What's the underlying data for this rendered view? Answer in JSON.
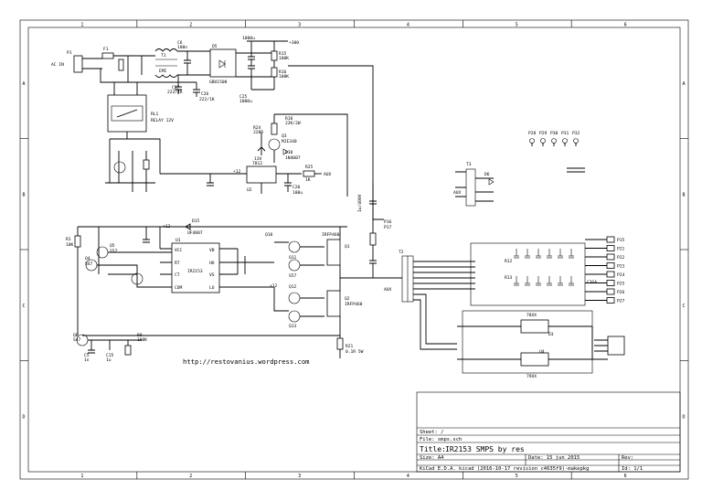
{
  "frame": {
    "col_labels": [
      "1",
      "2",
      "3",
      "4",
      "5",
      "6"
    ],
    "row_labels": [
      "A",
      "B",
      "C",
      "D"
    ]
  },
  "title_block": {
    "sheet": "Sheet: /",
    "file": "File: smps.sch",
    "title_prefix": "Title:",
    "title": "IR2153 SMPS by res",
    "size": "Size: A4",
    "date": "Date: 15 jun 2015",
    "rev_label": "Rev:",
    "software": "KiCad E.D.A.  kicad (2016-10-17 revision c4635f9)-makepkg",
    "id": "Id: 1/1"
  },
  "url_text": "http://restovanius.wordpress.com",
  "labels": {
    "ac_in": "AC IN",
    "p1": "P1",
    "f1": "F1",
    "t1": "T1",
    "emi": "EMI",
    "d5": "D5",
    "gbu": "GBU1508",
    "rl1": "RL1",
    "relay": "RELAY 12V",
    "c6": "C6",
    "c6v": "100n",
    "c17": "C17",
    "c17v": "222/1K",
    "c26": "C26",
    "c26v": "222/1K",
    "c25": "C25",
    "c25v": "1000u",
    "c9top": "1000u",
    "plus300": "+300",
    "r15": "R15",
    "r15v": "100K",
    "r16": "R16",
    "r16v": "100K",
    "r24": "R24",
    "r24v": "220R",
    "r18": "R18",
    "r18v": "22K/2W",
    "q3": "Q3",
    "q3v": "MJE340",
    "d10": "D10",
    "d10v": "1N4007",
    "dz": "13V",
    "u7812": "7812",
    "u2": "U2",
    "c20": "C20",
    "c20v": "100u",
    "r25": "R25",
    "r25v": "1K",
    "aux": "AUX",
    "plus12": "+12",
    "d15": "D15",
    "d15v": "UF4007",
    "u1": "U1",
    "ir2153": "IR2153",
    "vcc": "VCC",
    "rt": "RT",
    "ct": "CT",
    "com": "COM",
    "vb": "VB",
    "ho": "HO",
    "vs": "VS",
    "lo": "LO",
    "q10": "Q10",
    "q11": "Q11",
    "q12": "Q12",
    "q13": "Q13",
    "s57": "S57",
    "q1": "Q1",
    "q1v": "IRFP460",
    "q2": "Q2",
    "q2v": "IRFP460",
    "r21": "R21",
    "r21v": "0.1R 5W",
    "t2": "T2",
    "c18": "C18",
    "c18v": "1u/400V",
    "p16": "P16",
    "p17": "P17",
    "r12": "R12",
    "r13": "R13",
    "c3ga": "C3GA",
    "p_right": [
      "P15",
      "P21",
      "P22",
      "P23",
      "P24",
      "P25",
      "P26",
      "P27"
    ],
    "u78": "78XX",
    "u79": "79XX",
    "d3": "D3",
    "u4": "U4",
    "p20_p32": [
      "P28",
      "P29",
      "P30",
      "P31",
      "P32"
    ],
    "t3": "T3",
    "d6": "D6",
    "aux2": "AUX",
    "r1": "R1",
    "r1v": "10K",
    "q5": "Q5",
    "q5v": "S57",
    "q4": "Q4",
    "q4v": "S47",
    "q6": "Q6",
    "q6v": "S47",
    "r9": "R9",
    "r9v": "100K",
    "c5": "C5",
    "c5v": "1n",
    "c15": "C15",
    "c15v": "1u"
  }
}
